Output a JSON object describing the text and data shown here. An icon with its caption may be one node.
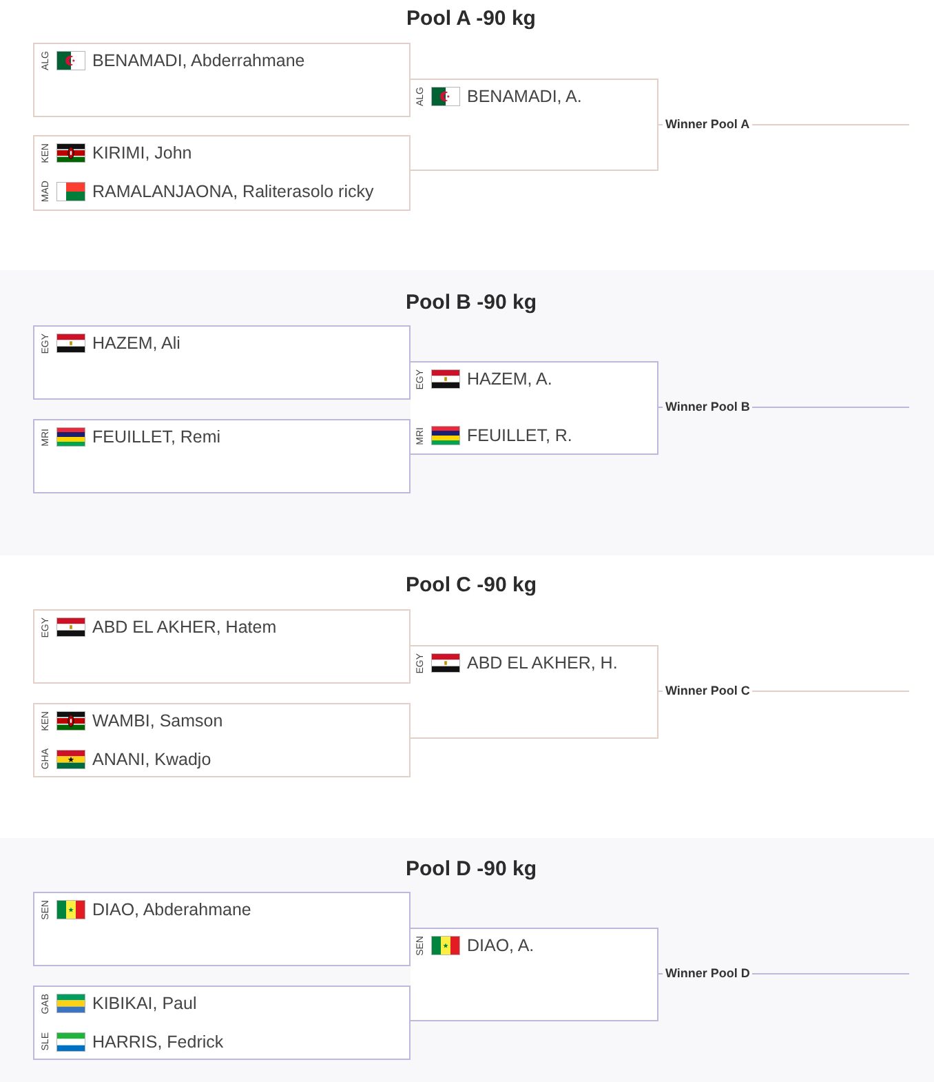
{
  "diagram": {
    "nodes": [
      {
        "text": [
          "Pool A -90 kg"
        ]
      },
      {
        "text": [
          "ALG",
          "BENAMADI, Abderrahmane"
        ],
        "in": 0
      },
      {
        "text": [
          "KEN",
          "KIRIMI, John",
          "MAD",
          "RAMALANJAONA, Raliterasolo ricky"
        ],
        "in": 0
      },
      {
        "text": [
          "ALG",
          "BENAMADI, A."
        ],
        "in": 0
      },
      {
        "text": [
          "Pool B -90 kg"
        ]
      },
      {
        "text": [
          "EGY",
          "HAZEM, Ali"
        ],
        "in": 4
      },
      {
        "text": [
          "MRI",
          "FEUILLET, Remi"
        ],
        "in": 4
      },
      {
        "text": [
          "EGY",
          "HAZEM, A.",
          "MRI",
          "FEUILLET, R."
        ],
        "in": 4
      },
      {
        "text": [
          "Pool C -90 kg"
        ]
      },
      {
        "text": [
          "EGY",
          "ABD EL AKHER, Hatem"
        ],
        "in": 8
      },
      {
        "text": [
          "KEN",
          "WAMBI, Samson",
          "GHA",
          "ANANI, Kwadjo"
        ],
        "in": 8
      },
      {
        "text": [
          "EGY",
          "ABD EL AKHER, H."
        ],
        "in": 8
      },
      {
        "text": [
          "Pool D -90 kg"
        ]
      },
      {
        "text": [
          "SEN",
          "DIAO, Abderahmane"
        ],
        "in": 12
      },
      {
        "text": [
          "GAB",
          "KIBIKAI, Paul",
          "SLE",
          "HARRIS, Fedrick"
        ],
        "in": 12
      },
      {
        "text": [
          "SEN",
          "DIAO, A."
        ],
        "in": 12
      }
    ],
    "edges": [
      {
        "from": 3,
        "to": null,
        "arrow": "none",
        "label": "Winner Pool A"
      },
      {
        "from": 7,
        "to": null,
        "arrow": "none",
        "label": "Winner Pool B",
        "color": "#bdb9dd"
      },
      {
        "from": 11,
        "to": null,
        "arrow": "none",
        "label": "Winner Pool C"
      },
      {
        "from": 15,
        "to": null,
        "arrow": "none",
        "label": "Winner Pool D",
        "color": "#bdb9dd"
      }
    ]
  }
}
